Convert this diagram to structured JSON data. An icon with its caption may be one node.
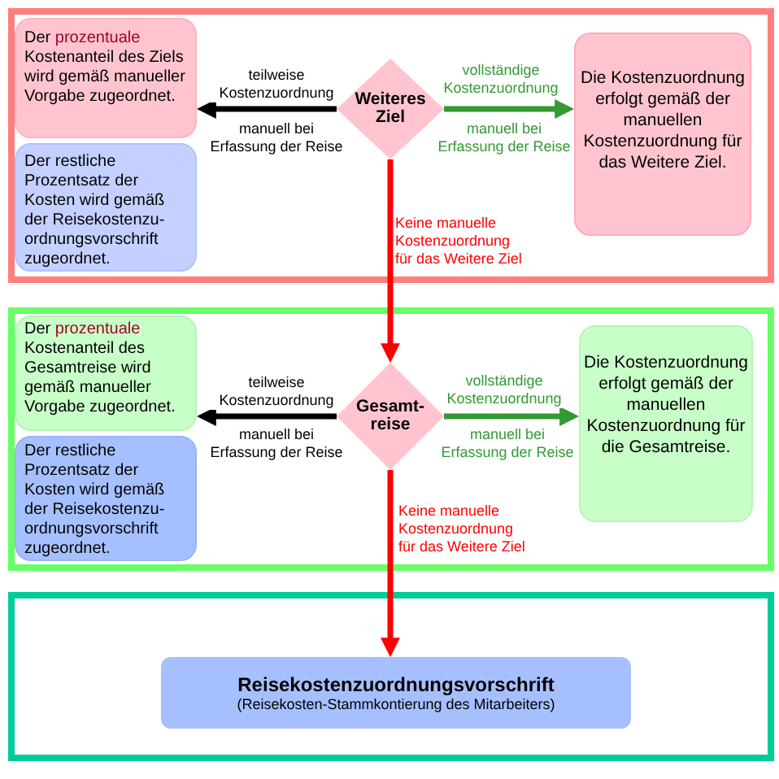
{
  "diagram": {
    "nodes": [
      {
        "text": [],
        "shape": "box"
      },
      {
        "text": [
          "Der **prozentuale** Kostenanteil des Ziels wird gemäß manueller Vorgabe zugeordnet."
        ],
        "in": 0
      },
      {
        "text": [
          "Der restliche Prozentsatz der Kosten wird gemäß der Reisekostenzu- ordnungsvorschrift zugeordnet."
        ],
        "in": 0
      },
      {
        "text": [
          "Weiteres Ziel"
        ],
        "in": 0
      },
      {
        "text": [
          "Die Kostenzuordnung erfolgt gemäß der manuellen Kostenzuordnung für das Weitere Ziel."
        ],
        "in": 0
      },
      {
        "text": [],
        "shape": "box"
      },
      {
        "text": [
          "Der **prozentuale** Kostenanteil des Gesamtreise wird gemäß manueller Vorgabe zugeordnet."
        ],
        "in": 5
      },
      {
        "text": [
          "Der restliche Prozentsatz der Kosten wird gemäß der Reisekostenzu- ordnungsvorschrift zugeordnet."
        ],
        "in": 5
      },
      {
        "text": [
          "Gesamt- reise"
        ],
        "in": 5
      },
      {
        "text": [
          "Die Kostenzuordnung erfolgt gemäß der manuellen Kostenzuordnung für die Gesamtreise."
        ],
        "in": 5
      },
      {
        "text": [],
        "shape": "box"
      },
      {
        "text": [
          "Reisekostenzuordnungsvorschrift",
          "(Reisekosten-Stammkontierung des Mitarbeiters)"
        ],
        "in": 10
      }
    ],
    "edges": [
      {
        "from": 3,
        "to": 1,
        "arrow": "to",
        "label": "teilweise Kostenzuordnung",
        "color": "#000000"
      },
      {
        "from": 3,
        "to": 4,
        "arrow": "to",
        "label": "vollständige Kostenzuordnung",
        "color": "#339933"
      },
      {
        "from": 3,
        "to": 8,
        "arrow": "to",
        "label": "Keine manuelle Kostenzuordnung für das Weitere Ziel",
        "color": "#ff0000"
      },
      {
        "from": 8,
        "to": 6,
        "arrow": "to",
        "label": "teilweise Kostenzuordnung",
        "color": "#000000"
      },
      {
        "from": 8,
        "to": 9,
        "arrow": "to",
        "label": "vollständige Kostenzuordnung",
        "color": "#339933"
      },
      {
        "from": 8,
        "to": 11,
        "arrow": "to",
        "label": "Keine manuelle Kostenzuordnung für das Weitere Ziel",
        "color": "#ff0000"
      }
    ],
    "labels": [
      "manuell bei Erfassung der Reise",
      "manuell bei Erfassung der Reise",
      "manuell bei Erfassung der Reise",
      "manuell bei Erfassung der Reise"
    ]
  }
}
